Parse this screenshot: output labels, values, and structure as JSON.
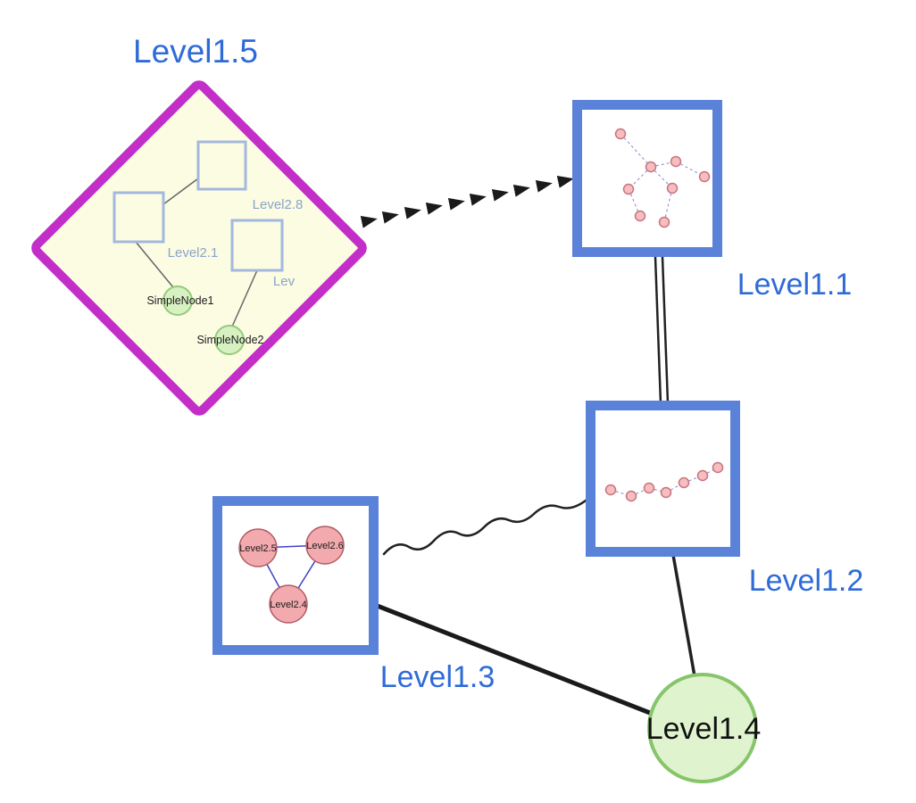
{
  "nodes": {
    "level1_5": {
      "label": "Level1.5",
      "shape": "diamond-group",
      "border_color": "#c32ec8",
      "fill": "#fbfce2"
    },
    "level1_1": {
      "label": "Level1.1",
      "shape": "square-group",
      "border_color": "#5b82d9",
      "fill": "#ffffff"
    },
    "level1_2": {
      "label": "Level1.2",
      "shape": "square-group",
      "border_color": "#5b82d9",
      "fill": "#ffffff"
    },
    "level1_3": {
      "label": "Level1.3",
      "shape": "square-group",
      "border_color": "#5b82d9",
      "fill": "#ffffff"
    },
    "level1_4": {
      "label": "Level1.4",
      "shape": "circle",
      "border_color": "#87c56b",
      "fill": "#dff3ce"
    },
    "level2_8": {
      "label": "Level2.8",
      "shape": "square",
      "parent": "Level1.5"
    },
    "level2_1": {
      "label": "Level2.1",
      "shape": "square",
      "parent": "Level1.5"
    },
    "lev_truncated": {
      "label": "Lev",
      "shape": "square",
      "parent": "Level1.5"
    },
    "simple1": {
      "label": "SimpleNode1",
      "shape": "circle",
      "fill": "#d8f1c3",
      "parent": "Level1.5"
    },
    "simple2": {
      "label": "SimpleNode2",
      "shape": "circle",
      "fill": "#d8f1c3",
      "parent": "Level1.5"
    },
    "level2_5": {
      "label": "Level2.5",
      "shape": "circle",
      "fill": "#f2aaae",
      "parent": "Level1.3"
    },
    "level2_6": {
      "label": "Level2.6",
      "shape": "circle",
      "fill": "#f2aaae",
      "parent": "Level1.3"
    },
    "level2_4": {
      "label": "Level2.4",
      "shape": "circle",
      "fill": "#f2aaae",
      "parent": "Level1.3"
    }
  },
  "edges": [
    {
      "from": "Level1.5",
      "to": "Level1.1",
      "style": "dashed-arrow-chain",
      "color": "#1a1a1a"
    },
    {
      "from": "Level1.1",
      "to": "Level1.2",
      "style": "double-parallel-line",
      "color": "#222222"
    },
    {
      "from": "Level1.3",
      "to": "Level1.2",
      "style": "wavy",
      "color": "#222222"
    },
    {
      "from": "Level1.2",
      "to": "Level1.4",
      "style": "solid",
      "color": "#222222"
    },
    {
      "from": "Level1.3",
      "to": "Level1.4",
      "style": "solid",
      "color": "#1a1a1a"
    },
    {
      "from": "Level2.1",
      "to": "Level2.8",
      "style": "thin-solid",
      "color": "#666666"
    },
    {
      "from": "Level2.1",
      "to": "SimpleNode1",
      "style": "thin-solid",
      "color": "#666666"
    },
    {
      "from": "Lev",
      "to": "SimpleNode2",
      "style": "thin-solid",
      "color": "#666666"
    },
    {
      "from": "Level2.5",
      "to": "Level2.6",
      "style": "thin-blue",
      "color": "#4040c8"
    },
    {
      "from": "Level2.5",
      "to": "Level2.4",
      "style": "thin-blue",
      "color": "#4040c8"
    },
    {
      "from": "Level2.6",
      "to": "Level2.4",
      "style": "thin-blue",
      "color": "#4040c8"
    }
  ],
  "mini_graphs": {
    "inside_level1_1": {
      "type": "mini-graph",
      "node_count": 8,
      "node_fill": "#f6bec1",
      "edge_style": "dashed-blue"
    },
    "inside_level1_2": {
      "type": "mini-graph",
      "node_count": 7,
      "node_fill": "#f6bec1",
      "edge_style": "dashed-blue"
    }
  },
  "colors": {
    "label_blue": "#2f6bd7",
    "inner_label_blue": "#8ba3cc",
    "group_border_blue": "#5b82d9",
    "diamond_magenta": "#c32ec8",
    "diamond_fill": "#fbfce2",
    "green_fill": "#dff3ce",
    "green_border": "#87c56b",
    "pink_fill": "#f2aaae"
  }
}
